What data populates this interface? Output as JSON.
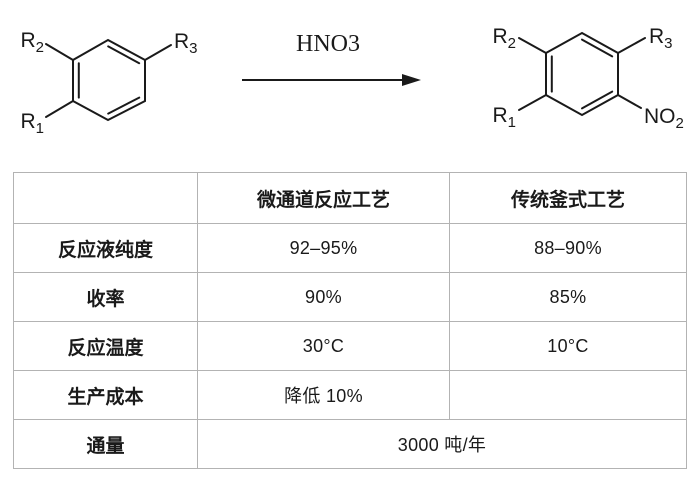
{
  "scheme": {
    "reagent_label": "HNO3",
    "reactant": {
      "r2": {
        "text": "R",
        "sub": "2"
      },
      "r3": {
        "text": "R",
        "sub": "3"
      },
      "r1": {
        "text": "R",
        "sub": "1"
      }
    },
    "product": {
      "r2": {
        "text": "R",
        "sub": "2"
      },
      "r3": {
        "text": "R",
        "sub": "3"
      },
      "r1": {
        "text": "R",
        "sub": "1"
      },
      "no2": {
        "text": "NO",
        "sub": "2"
      }
    }
  },
  "table": {
    "headers": {
      "col1": "",
      "micro": "微通道反应工艺",
      "traditional": "传统釜式工艺"
    },
    "rows": [
      {
        "label": "反应液纯度",
        "micro": "92–95%",
        "traditional": "88–90%"
      },
      {
        "label": "收率",
        "micro": "90%",
        "traditional": "85%"
      },
      {
        "label": "反应温度",
        "micro": "30°C",
        "traditional": "10°C"
      },
      {
        "label": "生产成本",
        "micro": "降低 10%",
        "traditional": ""
      },
      {
        "label": "通量",
        "merged": "3000 吨/年"
      }
    ]
  },
  "colors": {
    "line": "#1a1a1a",
    "border": "#b3b3b3",
    "text": "#1a1a1a",
    "background": "#ffffff"
  }
}
